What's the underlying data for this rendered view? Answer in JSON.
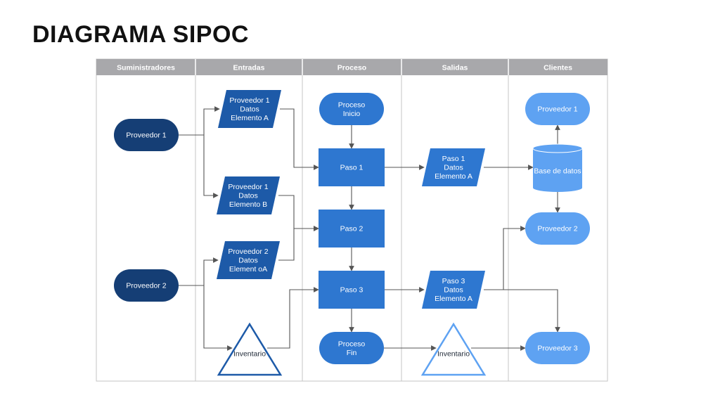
{
  "title": "DIAGRAMA SIPOC",
  "columns": [
    {
      "id": "suministradores",
      "label": "Suministradores"
    },
    {
      "id": "entradas",
      "label": "Entradas"
    },
    {
      "id": "proceso",
      "label": "Proceso"
    },
    {
      "id": "salidas",
      "label": "Salidas"
    },
    {
      "id": "clientes",
      "label": "Clientes"
    }
  ],
  "colors": {
    "header_bg": "#a8a8ab",
    "header_text": "#ffffff",
    "border": "#c4c4c4",
    "dark_navy": "#153e75",
    "mid_blue": "#1d5aa8",
    "process_blue": "#2e77d0",
    "light_blue": "#5ea2f2",
    "connector": "#555555",
    "node_text": "#ffffff"
  },
  "nodes": [
    {
      "id": "prov1",
      "name": "supplier-proveedor-1",
      "shape": "terminal",
      "fill": "dark_navy",
      "lines": [
        "Proveedor 1"
      ]
    },
    {
      "id": "prov2",
      "name": "supplier-proveedor-2",
      "shape": "terminal",
      "fill": "dark_navy",
      "lines": [
        "Proveedor 2"
      ]
    },
    {
      "id": "inA",
      "name": "input-proveedor-1-datos-a",
      "shape": "parallelogram",
      "fill": "mid_blue",
      "lines": [
        "Proveedor 1",
        "Datos",
        "Elemento A"
      ]
    },
    {
      "id": "inB",
      "name": "input-proveedor-1-datos-b",
      "shape": "parallelogram",
      "fill": "mid_blue",
      "lines": [
        "Proveedor 1",
        "Datos",
        "Elemento B"
      ]
    },
    {
      "id": "in2A",
      "name": "input-proveedor-2-datos-a",
      "shape": "parallelogram",
      "fill": "mid_blue",
      "lines": [
        "Proveedor 2",
        "Datos",
        "Element oA"
      ]
    },
    {
      "id": "invIn",
      "name": "inventario-entradas",
      "shape": "triangle",
      "fill": "none",
      "lines": [
        "Inventario"
      ]
    },
    {
      "id": "start",
      "name": "proceso-inicio",
      "shape": "terminal",
      "fill": "process_blue",
      "lines": [
        "Proceso",
        "Inicio"
      ]
    },
    {
      "id": "p1",
      "name": "paso-1",
      "shape": "rect",
      "fill": "process_blue",
      "lines": [
        "Paso 1"
      ]
    },
    {
      "id": "p2",
      "name": "paso-2",
      "shape": "rect",
      "fill": "process_blue",
      "lines": [
        "Paso 2"
      ]
    },
    {
      "id": "p3",
      "name": "paso-3",
      "shape": "rect",
      "fill": "process_blue",
      "lines": [
        "Paso 3"
      ]
    },
    {
      "id": "end",
      "name": "proceso-fin",
      "shape": "terminal",
      "fill": "process_blue",
      "lines": [
        "Proceso",
        "Fin"
      ]
    },
    {
      "id": "out1",
      "name": "output-paso-1-datos-a",
      "shape": "parallelogram",
      "fill": "process_blue",
      "lines": [
        "Paso 1",
        "Datos",
        "Elemento A"
      ]
    },
    {
      "id": "out3",
      "name": "output-paso-3-datos-a",
      "shape": "parallelogram",
      "fill": "process_blue",
      "lines": [
        "Paso 3",
        "Datos",
        "Elemento A"
      ]
    },
    {
      "id": "invOut",
      "name": "inventario-salidas",
      "shape": "triangle",
      "fill": "none",
      "lines": [
        "Inventario"
      ]
    },
    {
      "id": "c1",
      "name": "client-proveedor-1",
      "shape": "terminal",
      "fill": "light_blue",
      "lines": [
        "Proveedor 1"
      ]
    },
    {
      "id": "db",
      "name": "database-base-de-datos",
      "shape": "cylinder",
      "fill": "light_blue",
      "lines": [
        "Base de datos"
      ]
    },
    {
      "id": "c2",
      "name": "client-proveedor-2",
      "shape": "terminal",
      "fill": "light_blue",
      "lines": [
        "Proveedor 2"
      ]
    },
    {
      "id": "c3",
      "name": "client-proveedor-3",
      "shape": "terminal",
      "fill": "light_blue",
      "lines": [
        "Proveedor 3"
      ]
    }
  ],
  "edges": [
    {
      "from": "prov1",
      "to": "inA"
    },
    {
      "from": "prov1",
      "to": "inB"
    },
    {
      "from": "prov2",
      "to": "in2A"
    },
    {
      "from": "prov2",
      "to": "invIn"
    },
    {
      "from": "inA",
      "to": "p1"
    },
    {
      "from": "inB",
      "to": "p2"
    },
    {
      "from": "in2A",
      "to": "p2"
    },
    {
      "from": "invIn",
      "to": "p3"
    },
    {
      "from": "start",
      "to": "p1"
    },
    {
      "from": "p1",
      "to": "p2"
    },
    {
      "from": "p2",
      "to": "p3"
    },
    {
      "from": "p3",
      "to": "end"
    },
    {
      "from": "p1",
      "to": "out1"
    },
    {
      "from": "p3",
      "to": "out3"
    },
    {
      "from": "end",
      "to": "invOut"
    },
    {
      "from": "out1",
      "to": "db"
    },
    {
      "from": "db",
      "to": "c1"
    },
    {
      "from": "db",
      "to": "c2"
    },
    {
      "from": "out3",
      "to": "c2"
    },
    {
      "from": "out3",
      "to": "c3"
    },
    {
      "from": "invOut",
      "to": "c3"
    }
  ]
}
